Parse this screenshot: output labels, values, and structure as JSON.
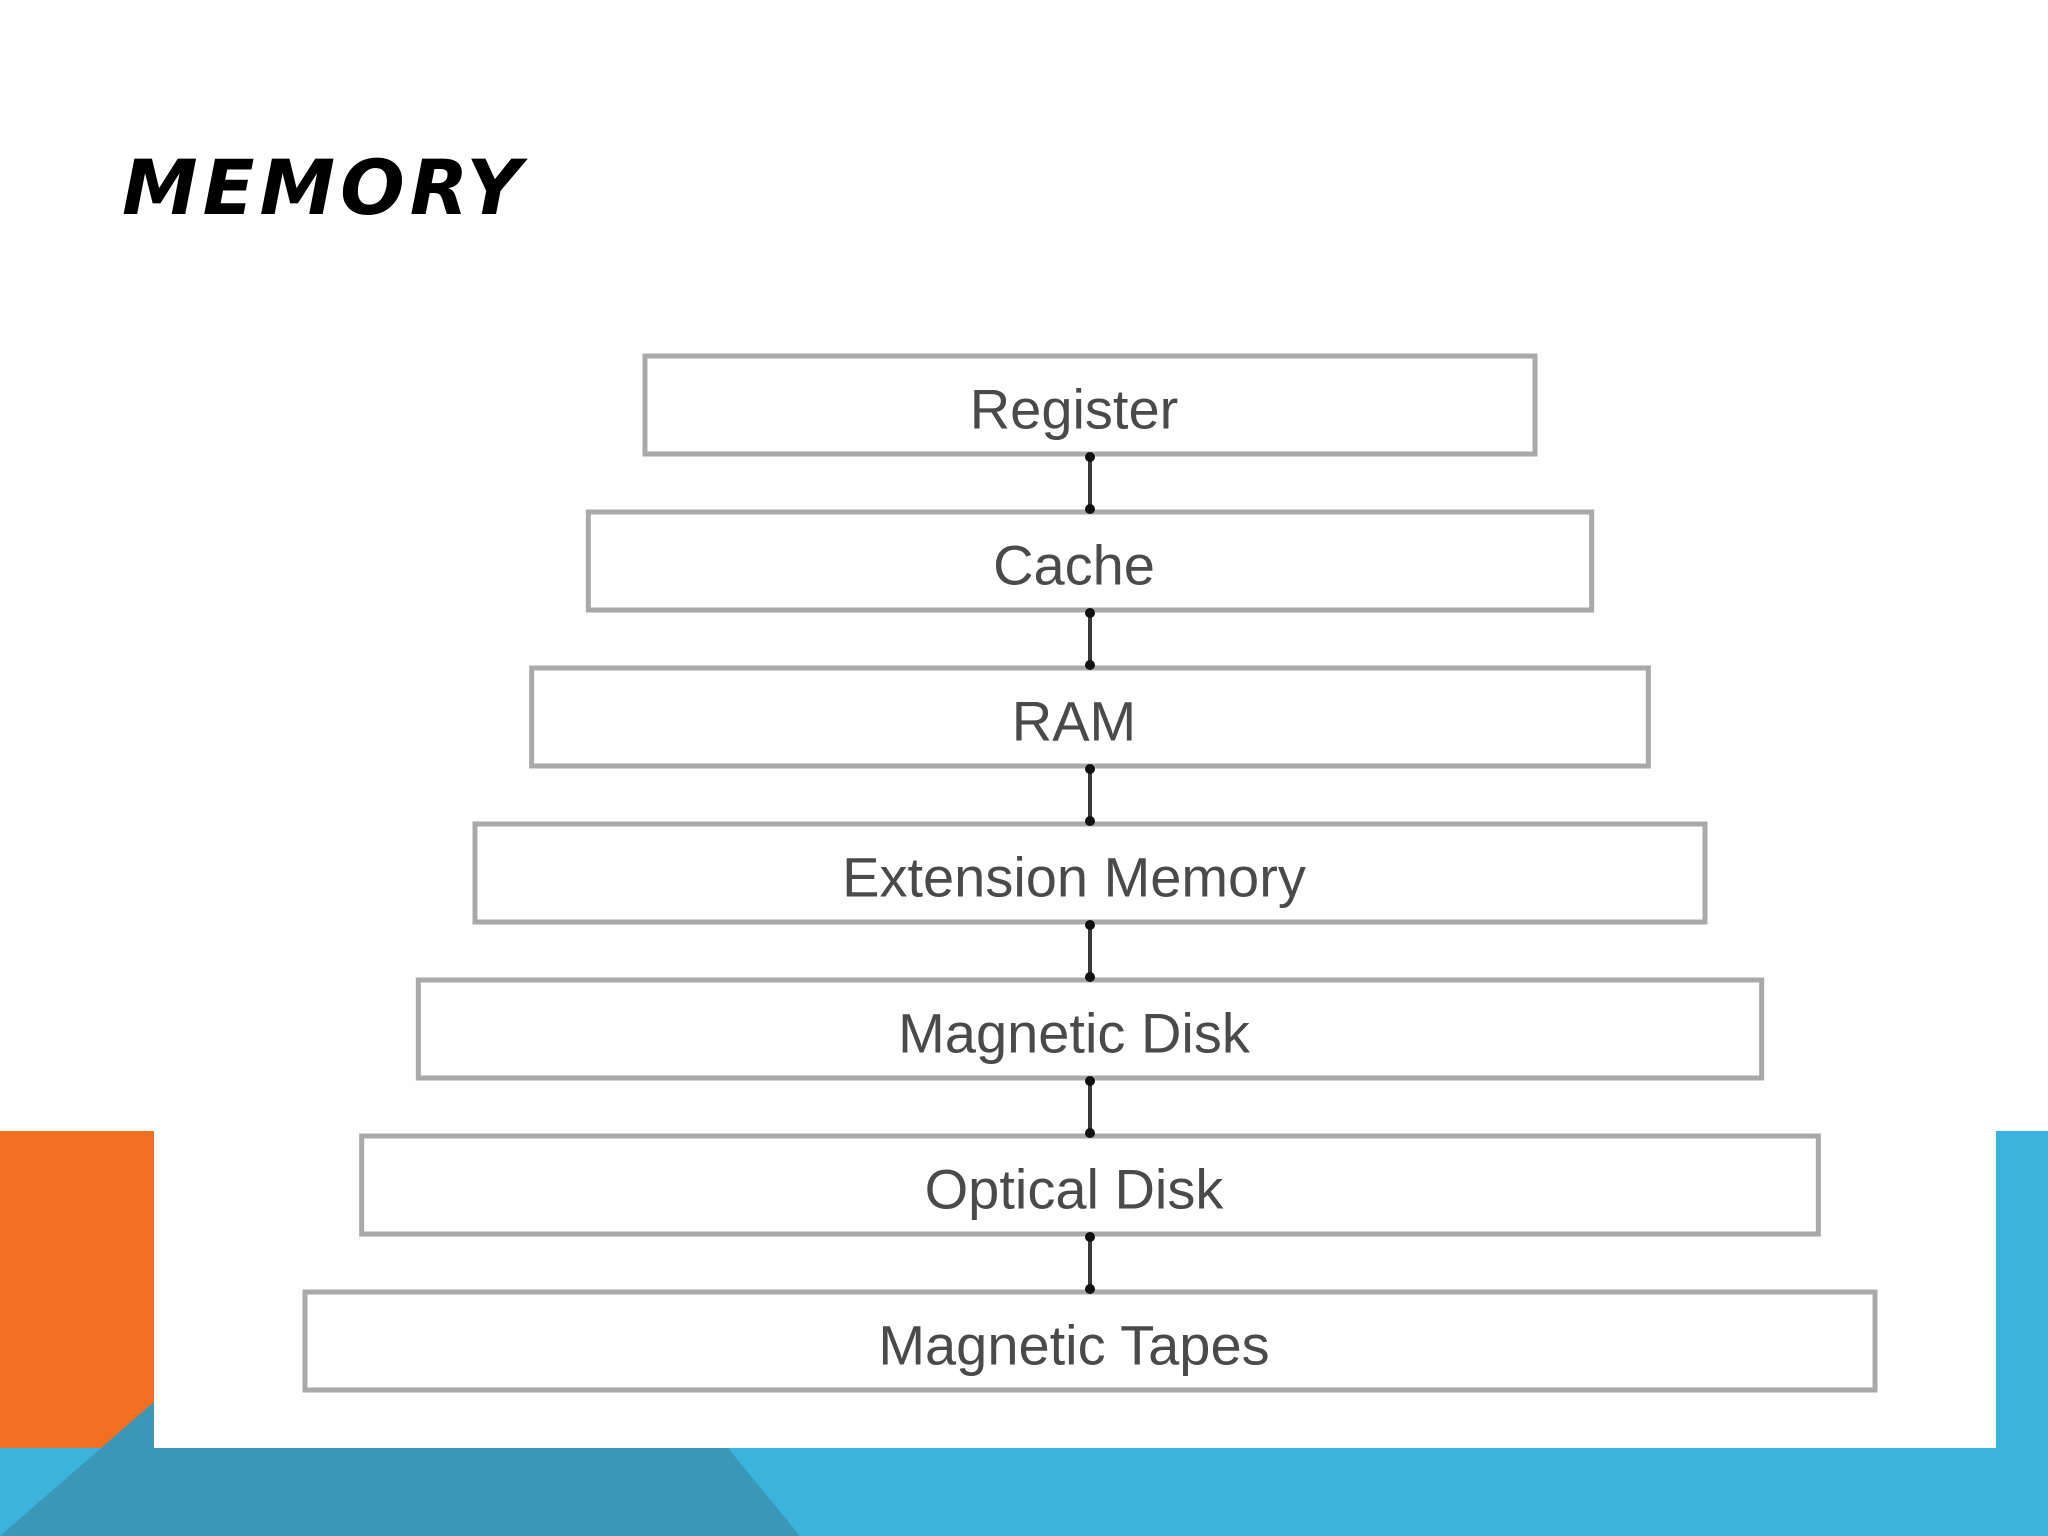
{
  "slide": {
    "title": "MEMORY"
  },
  "colors": {
    "accent_orange": "#f36f21",
    "accent_blue": "#3cb3dd",
    "accent_teal": "#3a97b7",
    "box_border": "#a9a9a9",
    "label_text": "#4a4a4a"
  },
  "diagram": {
    "levels": [
      {
        "label": "Register"
      },
      {
        "label": "Cache"
      },
      {
        "label": "RAM"
      },
      {
        "label": "Extension Memory"
      },
      {
        "label": "Magnetic Disk"
      },
      {
        "label": "Optical Disk"
      },
      {
        "label": "Magnetic Tapes"
      }
    ]
  }
}
